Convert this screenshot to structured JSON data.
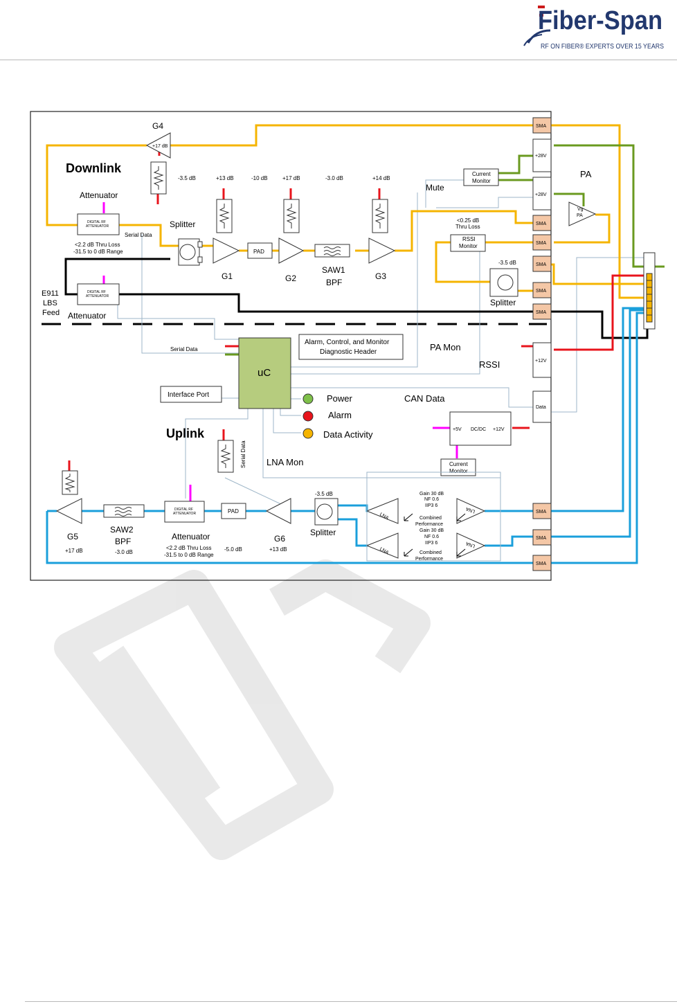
{
  "logo": {
    "brand": "Fiber-Span",
    "tagline": "RF ON FIBER® EXPERTS OVER 15 YEARS"
  },
  "watermark": "DRAFT",
  "colors": {
    "downlink": "#f5b400",
    "uplink": "#1a9fdb",
    "power": "#6a9a1f",
    "alarm": "#e8141c",
    "control": "#ff00ff",
    "data_line": "#9eb6c8",
    "uc_fill": "#b6cc7e",
    "sma_fill": "#f4c7a6"
  },
  "labels": {
    "downlink": "Downlink",
    "uplink": "Uplink",
    "g1": "G1",
    "g2": "G2",
    "g3": "G3",
    "g4": "G4",
    "g5": "G5",
    "g6": "G6",
    "g4_gain": "+17 dB",
    "g5_gain": "+17 dB",
    "g6_gain": "+13 dB",
    "dl_pad1_loss": "-3.5 dB",
    "dl_g1_gain": "+13 dB",
    "dl_pad_loss": "-10 dB",
    "dl_g2_gain": "+17 dB",
    "dl_saw_loss": "-3.0 dB",
    "dl_g3_gain": "+14 dB",
    "attenuator": "Attenuator",
    "attenuator_e911": "Attenuator",
    "attenuator_ul": "Attenuator",
    "dig_att_line1": "DIGITAL RF",
    "dig_att_line2": "ATTENUATOR",
    "splitter": "Splitter",
    "splitter_rssi": "Splitter",
    "splitter_ul": "Splitter",
    "serial_data": "Serial Data",
    "serial_data_2": "Serial Data",
    "serial_data_3": "Serial Data",
    "thru_loss": "<2.2 dB Thru Loss",
    "range": "-31.5 to 0 dB Range",
    "ul_thru_loss": "<2.2 dB Thru Loss",
    "ul_range": "-31.5 to 0 dB Range",
    "pad": "PAD",
    "pad_ul": "PAD",
    "saw1": "SAW1",
    "saw2": "SAW2",
    "bpf": "BPF",
    "bpf2": "BPF",
    "saw2_loss": "-3.0 dB",
    "e911_1": "E911",
    "e911_2": "LBS",
    "e911_3": "Feed",
    "mute": "Mute",
    "current_monitor_1": "Current",
    "current_monitor_2": "Monitor",
    "lna_current_monitor_1": "Current",
    "lna_current_monitor_2": "Monitor",
    "pa": "PA",
    "pa_tri": "PA",
    "pa_vg": "Vg",
    "thru_loss_025": "<0.25 dB",
    "thru_loss_025b": "Thru Loss",
    "rssi_monitor_1": "RSSI",
    "rssi_monitor_2": "Monitor",
    "rssi_split_loss": "-3.5 dB",
    "alarm_header_1": "Alarm, Control, and Monitor",
    "alarm_header_2": "Diagnostic Header",
    "pa_mon": "PA Mon",
    "rssi": "RSSI",
    "uc": "uC",
    "interface_port": "Interface Port",
    "power": "Power",
    "alarm": "Alarm",
    "data_activity": "Data Activity",
    "can_data": "CAN Data",
    "dcdc": "DC/DC",
    "plus5v": "+5V",
    "plus12v": "+12V",
    "lna_mon": "LNA Mon",
    "ul_split_loss": "-3.5 dB",
    "ul_pad_loss": "-5.0 dB",
    "lna": "LNA",
    "gain": "Gain  30 dB",
    "nf": "NF  0.6",
    "iip3": "IIP3 6",
    "combined_1": "Combined",
    "combined_2": "Performance",
    "gain2": "Gain  30 dB",
    "nf2": "NF  0.6",
    "iip32": "IIP3 6",
    "combined2_1": "Combined",
    "combined2_2": "Performance",
    "sma": "SMA",
    "p28v_1": "+28V",
    "p28v_2": "+28V",
    "p12v": "+12V",
    "data": "Data"
  }
}
